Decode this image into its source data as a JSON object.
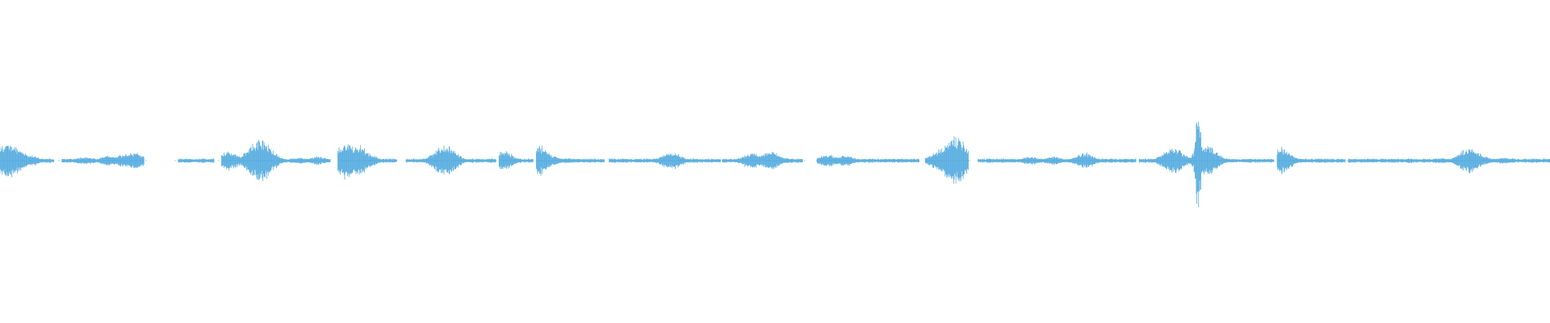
{
  "waveform": {
    "color": "#5aaee0",
    "background": "#ffffff",
    "segments": [
      {
        "start": 0.0,
        "end": 0.035,
        "peaks": [
          [
            0.005,
            0.35
          ],
          [
            0.01,
            0.22
          ],
          [
            0.02,
            0.1
          ]
        ]
      },
      {
        "start": 0.04,
        "end": 0.093,
        "peaks": [
          [
            0.055,
            0.08
          ],
          [
            0.07,
            0.1
          ],
          [
            0.08,
            0.12
          ],
          [
            0.087,
            0.16
          ]
        ]
      },
      {
        "start": 0.115,
        "end": 0.138,
        "peaks": []
      },
      {
        "start": 0.143,
        "end": 0.213,
        "peaks": [
          [
            0.148,
            0.18
          ],
          [
            0.168,
            0.4
          ],
          [
            0.178,
            0.06
          ],
          [
            0.193,
            0.06
          ],
          [
            0.205,
            0.08
          ]
        ]
      },
      {
        "start": 0.218,
        "end": 0.256,
        "peaks": [
          [
            0.223,
            0.35
          ],
          [
            0.23,
            0.3
          ],
          [
            0.238,
            0.12
          ]
        ]
      },
      {
        "start": 0.262,
        "end": 0.32,
        "peaks": [
          [
            0.287,
            0.3
          ],
          [
            0.292,
            0.12
          ]
        ]
      },
      {
        "start": 0.322,
        "end": 0.344,
        "peaks": [
          [
            0.324,
            0.2
          ],
          [
            0.33,
            0.06
          ]
        ]
      },
      {
        "start": 0.346,
        "end": 0.39,
        "peaks": [
          [
            0.348,
            0.28
          ],
          [
            0.355,
            0.1
          ],
          [
            0.365,
            0.05
          ]
        ]
      },
      {
        "start": 0.393,
        "end": 0.465,
        "peaks": [
          [
            0.433,
            0.18
          ]
        ]
      },
      {
        "start": 0.466,
        "end": 0.518,
        "peaks": [
          [
            0.485,
            0.15
          ],
          [
            0.497,
            0.18
          ],
          [
            0.505,
            0.06
          ]
        ]
      },
      {
        "start": 0.527,
        "end": 0.593,
        "peaks": [
          [
            0.534,
            0.12
          ],
          [
            0.545,
            0.1
          ]
        ]
      },
      {
        "start": 0.597,
        "end": 0.625,
        "peaks": [
          [
            0.607,
            0.22
          ],
          [
            0.613,
            0.3
          ],
          [
            0.617,
            0.45
          ]
        ]
      },
      {
        "start": 0.631,
        "end": 0.733,
        "peaks": [
          [
            0.665,
            0.08
          ],
          [
            0.68,
            0.08
          ],
          [
            0.7,
            0.15
          ]
        ]
      },
      {
        "start": 0.735,
        "end": 0.822,
        "peaks": [
          [
            0.757,
            0.25
          ],
          [
            0.773,
            1.0
          ],
          [
            0.778,
            0.3
          ]
        ]
      },
      {
        "start": 0.824,
        "end": 0.868,
        "peaks": [
          [
            0.826,
            0.25
          ],
          [
            0.835,
            0.05
          ],
          [
            0.852,
            0.04
          ]
        ]
      },
      {
        "start": 0.87,
        "end": 1.0,
        "peaks": [
          [
            0.93,
            0.05
          ],
          [
            0.945,
            0.08
          ],
          [
            0.948,
            0.25
          ],
          [
            0.955,
            0.1
          ],
          [
            0.97,
            0.06
          ],
          [
            0.99,
            0.04
          ]
        ]
      }
    ]
  }
}
